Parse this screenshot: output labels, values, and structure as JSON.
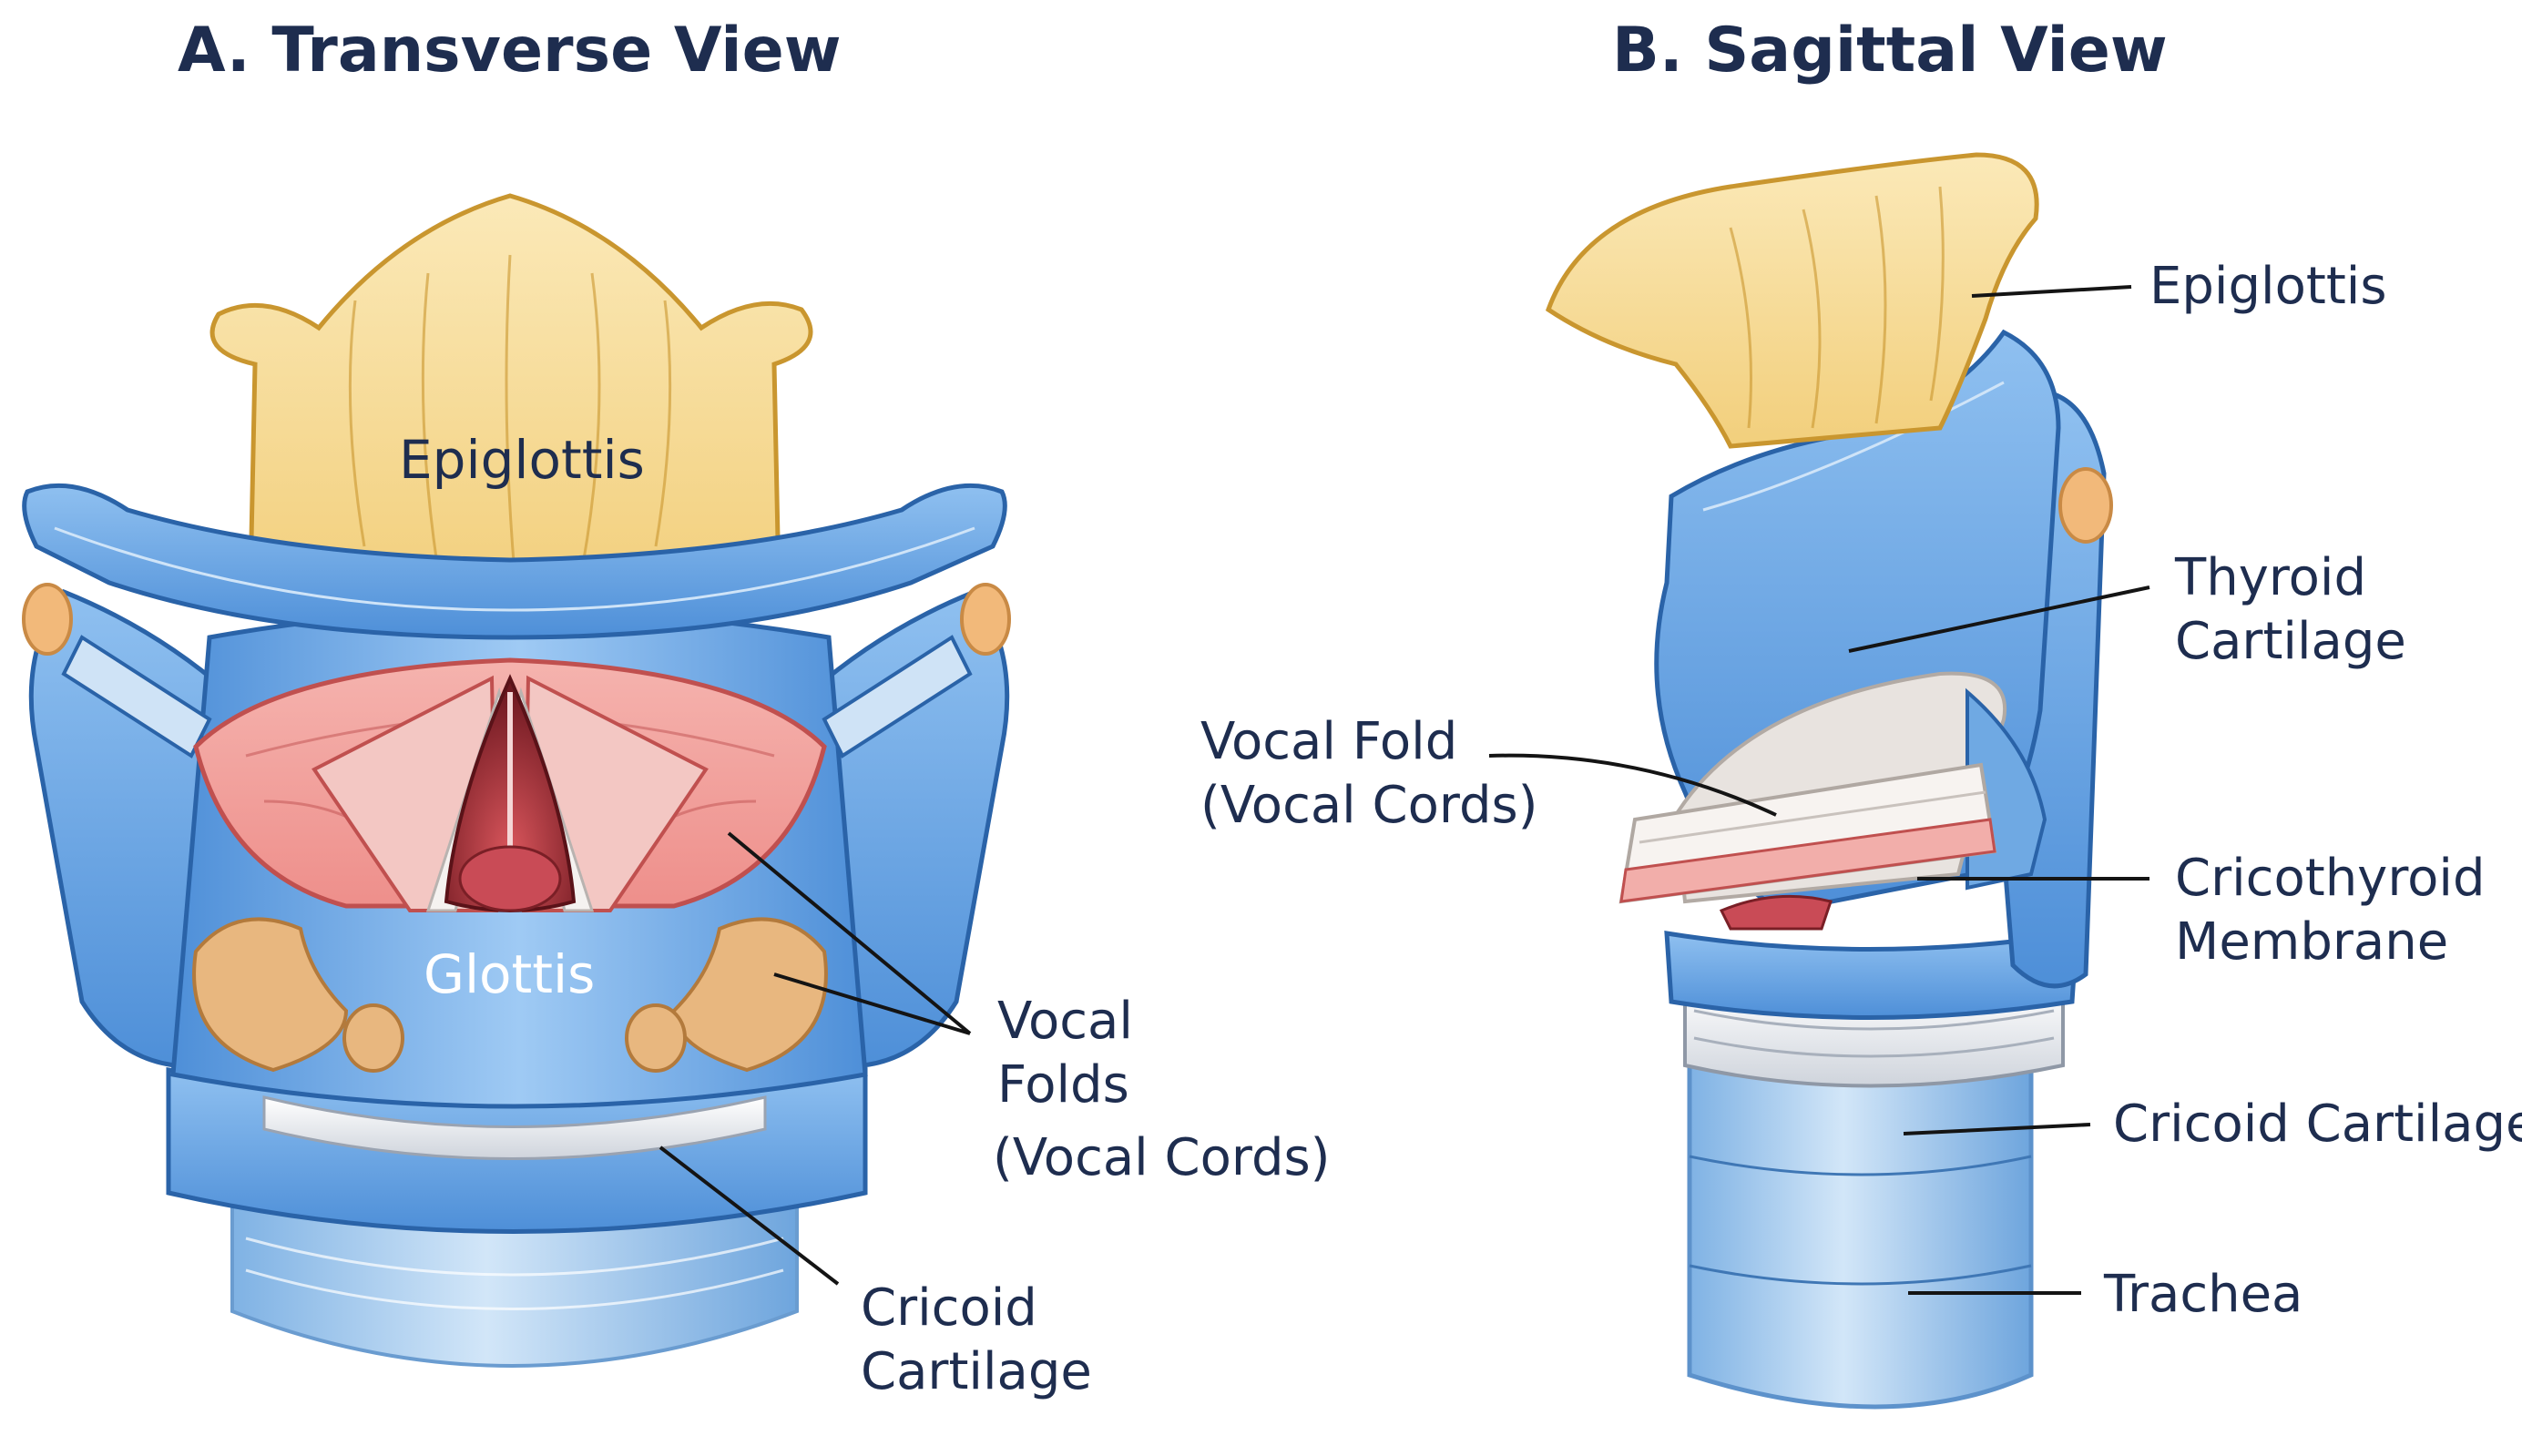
{
  "panel_a": {
    "title": "A. Transverse View",
    "labels": {
      "epiglottis": "Epiglottis",
      "glottis": "Glottis",
      "vocal_folds_line1": "Vocal",
      "vocal_folds_line2": "Folds",
      "vocal_folds_line3": "(Vocal Cords)",
      "cricoid_line1": "Cricoid",
      "cricoid_line2": "Cartilage"
    }
  },
  "panel_b": {
    "title": "B. Sagittal View",
    "labels": {
      "epiglottis": "Epiglottis",
      "thyroid_line1": "Thyroid",
      "thyroid_line2": "Cartilage",
      "vocal_fold_line1": "Vocal Fold",
      "vocal_fold_line2": "(Vocal Cords)",
      "cricothyroid_line1": "Cricothyroid",
      "cricothyroid_line2": "Membrane",
      "cricoid": "Cricoid Cartilage",
      "trachea": "Trachea"
    }
  },
  "colors": {
    "cartilage_blue": "#5b9be0",
    "cartilage_blue_light": "#a9cdf2",
    "outline_blue": "#2a63a8",
    "epiglottis_yellow": "#f7dc9a",
    "epiglottis_outline": "#c9962f",
    "muscle_pink": "#f2a3a0",
    "muscle_outline": "#c0504f",
    "glottis_dark": "#7a1f26",
    "arytenoid_tan": "#e8b77f",
    "ring_white": "#e6e9ee",
    "text_navy": "#1e2d4f"
  }
}
